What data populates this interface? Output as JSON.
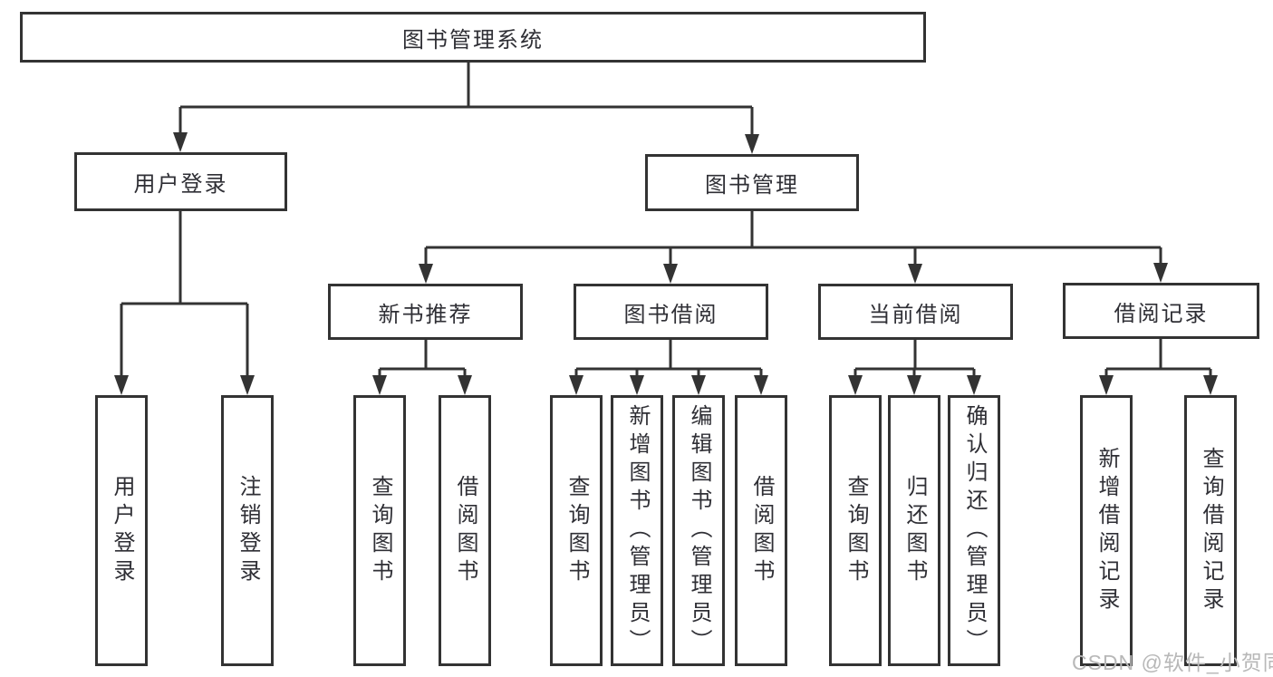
{
  "diagram": {
    "root": {
      "label": "图书管理系统"
    },
    "level2": [
      {
        "label": "用户登录"
      },
      {
        "label": "图书管理"
      }
    ],
    "level3": [
      {
        "label": "新书推荐"
      },
      {
        "label": "图书借阅"
      },
      {
        "label": "当前借阅"
      },
      {
        "label": "借阅记录"
      }
    ],
    "leaves": [
      {
        "label": "用户登录"
      },
      {
        "label": "注销登录"
      },
      {
        "label": "查询图书"
      },
      {
        "label": "借阅图书"
      },
      {
        "label": "查询图书"
      },
      {
        "label": "新增图书（管理员）"
      },
      {
        "label": "编辑图书（管理员）"
      },
      {
        "label": "借阅图书"
      },
      {
        "label": "查询图书"
      },
      {
        "label": "归还图书"
      },
      {
        "label": "确认归还（管理员）"
      },
      {
        "label": "新增借阅记录"
      },
      {
        "label": "查询借阅记录"
      }
    ]
  },
  "watermark": {
    "text": "CSDN @软件_小贺同学"
  },
  "colors": {
    "line": "#333333",
    "box_border": "#333333",
    "text": "#2f2f35",
    "watermark": "#b8b8b8",
    "background": "#ffffff"
  }
}
